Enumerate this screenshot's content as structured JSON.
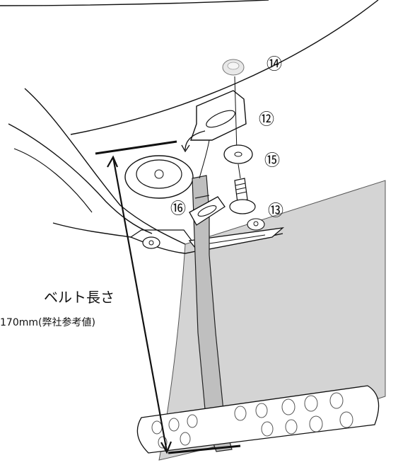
{
  "diagram": {
    "belt_label": "ベルト長さ",
    "belt_length_note": "170mm(弊社参考値)",
    "callouts": [
      {
        "id": "part-14",
        "label": "⑭"
      },
      {
        "id": "part-12",
        "label": "⑫"
      },
      {
        "id": "part-15",
        "label": "⑮"
      },
      {
        "id": "part-16",
        "label": "⑯"
      },
      {
        "id": "part-13",
        "label": "⑬"
      }
    ],
    "colors": {
      "line": "#111111",
      "belt_fill": "#bfbfbf",
      "panel_fill": "#d4d4d4",
      "part_fill": "#ffffff"
    }
  }
}
